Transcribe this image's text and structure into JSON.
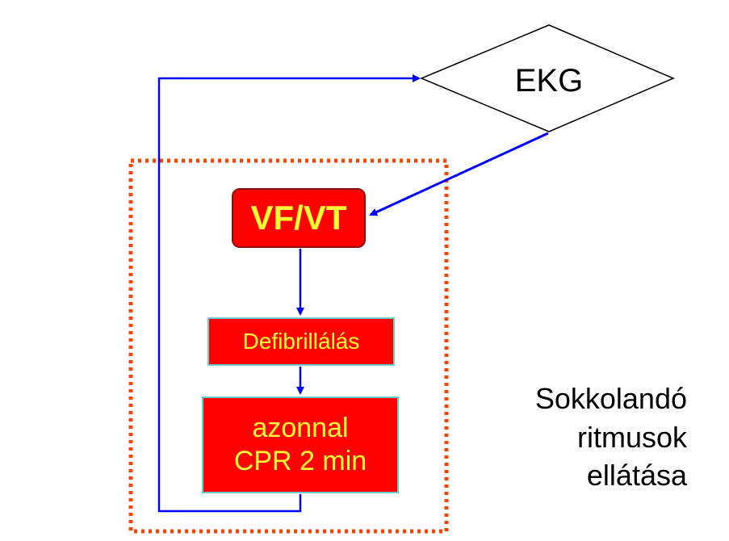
{
  "diagram": {
    "decision_node": {
      "label": "EKG",
      "shape": "diamond"
    },
    "steps": {
      "rhythm": "VF/VT",
      "defibrillation": "Defibrillálás",
      "cpr_line1": "azonnal",
      "cpr_line2": "CPR 2 min"
    },
    "side_note": {
      "line1": "Sokkolandó",
      "line2": "ritmusok",
      "line3": "ellátása"
    },
    "colors": {
      "arrow": "#0000ff",
      "box_fill": "#ff0000",
      "box_text": "#ffff33",
      "dotted_frame": "#ff4400",
      "box_border": "#66cccc"
    }
  }
}
